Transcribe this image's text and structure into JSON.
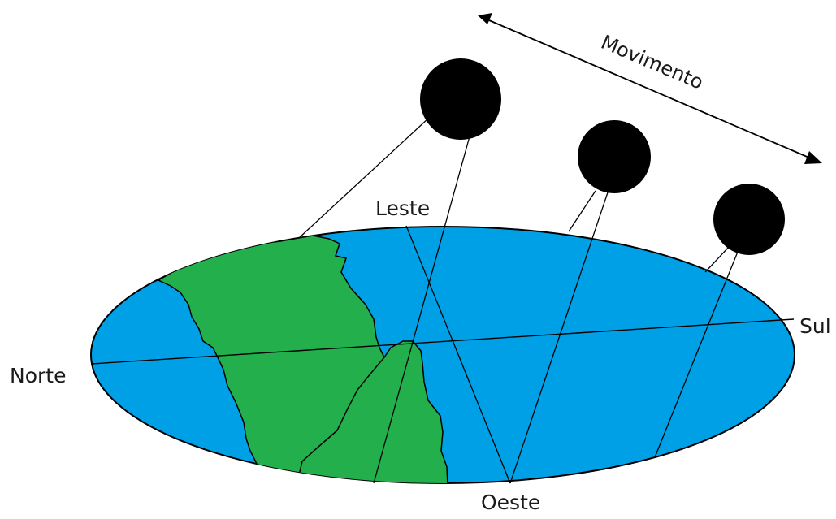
{
  "labels": {
    "north": "Norte",
    "south": "Sul",
    "east": "Leste",
    "west": "Oeste",
    "movement": "Movimento"
  },
  "colors": {
    "ocean": "#00a0e6",
    "land": "#23b04c",
    "balls": "#000000",
    "lines": "#000000",
    "text": "#1a1a1a"
  }
}
